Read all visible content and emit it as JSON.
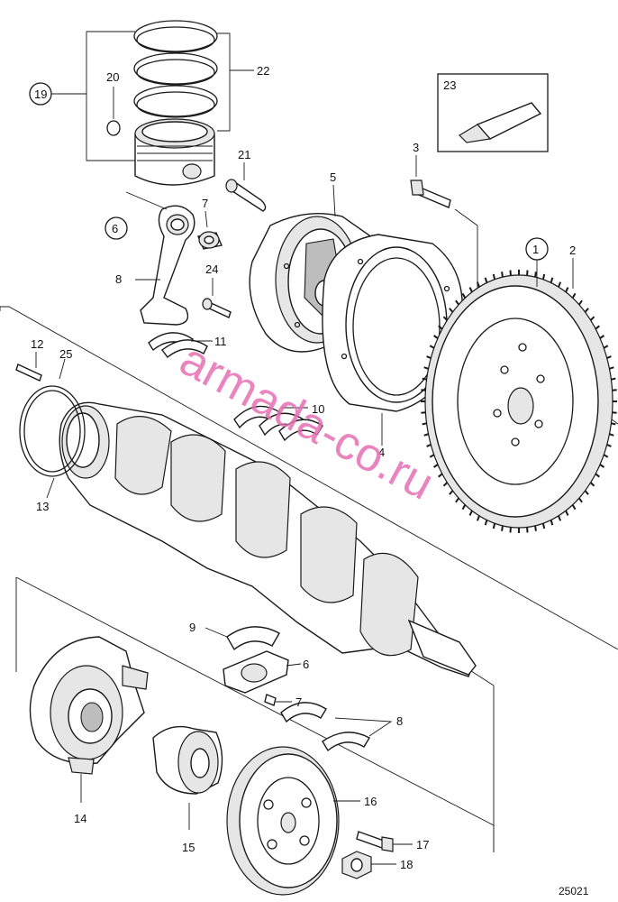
{
  "diagram": {
    "figure_number": "25021",
    "watermark": "armada-co.ru",
    "callouts": [
      {
        "id": "c1",
        "label": "1",
        "circled": true
      },
      {
        "id": "c2",
        "label": "2",
        "circled": false
      },
      {
        "id": "c3",
        "label": "3",
        "circled": false
      },
      {
        "id": "c4",
        "label": "4",
        "circled": false
      },
      {
        "id": "c5",
        "label": "5",
        "circled": false
      },
      {
        "id": "c6a",
        "label": "6",
        "circled": true
      },
      {
        "id": "c6b",
        "label": "6",
        "circled": false
      },
      {
        "id": "c7a",
        "label": "7",
        "circled": false
      },
      {
        "id": "c7b",
        "label": "7",
        "circled": false
      },
      {
        "id": "c8a",
        "label": "8",
        "circled": false
      },
      {
        "id": "c8b",
        "label": "8",
        "circled": false
      },
      {
        "id": "c9",
        "label": "9",
        "circled": false
      },
      {
        "id": "c10",
        "label": "10",
        "circled": false
      },
      {
        "id": "c11",
        "label": "11",
        "circled": false
      },
      {
        "id": "c12",
        "label": "12",
        "circled": false
      },
      {
        "id": "c13",
        "label": "13",
        "circled": false
      },
      {
        "id": "c14",
        "label": "14",
        "circled": false
      },
      {
        "id": "c15",
        "label": "15",
        "circled": false
      },
      {
        "id": "c16",
        "label": "16",
        "circled": false
      },
      {
        "id": "c17",
        "label": "17",
        "circled": false
      },
      {
        "id": "c18",
        "label": "18",
        "circled": false
      },
      {
        "id": "c19",
        "label": "19",
        "circled": true
      },
      {
        "id": "c20",
        "label": "20",
        "circled": false
      },
      {
        "id": "c21",
        "label": "21",
        "circled": false
      },
      {
        "id": "c22",
        "label": "22",
        "circled": false
      },
      {
        "id": "c23",
        "label": "23",
        "circled": false
      },
      {
        "id": "c24",
        "label": "24",
        "circled": false
      },
      {
        "id": "c25",
        "label": "25",
        "circled": false
      }
    ]
  }
}
